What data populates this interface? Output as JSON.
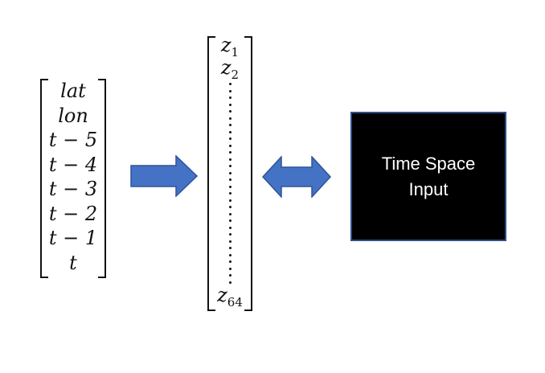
{
  "input_vector": {
    "entries": [
      "lat",
      "lon",
      "t − 5",
      "t − 4",
      "t − 3",
      "t − 2",
      "t − 1",
      "t"
    ]
  },
  "latent_vector": {
    "first_symbol": "z",
    "first_subscript": "1",
    "second_symbol": "z",
    "second_subscript": "2",
    "last_symbol": "z",
    "last_subscript": "64",
    "ellipsis_dot_count": 30
  },
  "arrows": [
    {
      "name": "right-arrow",
      "direction": "right",
      "color": "#4472c4"
    },
    {
      "name": "double-arrow",
      "direction": "both",
      "color": "#4472c4"
    }
  ],
  "box": {
    "label": "Time Space\nInput",
    "fill": "#000000",
    "border": "#2f4f8a",
    "text_color": "#ffffff"
  }
}
